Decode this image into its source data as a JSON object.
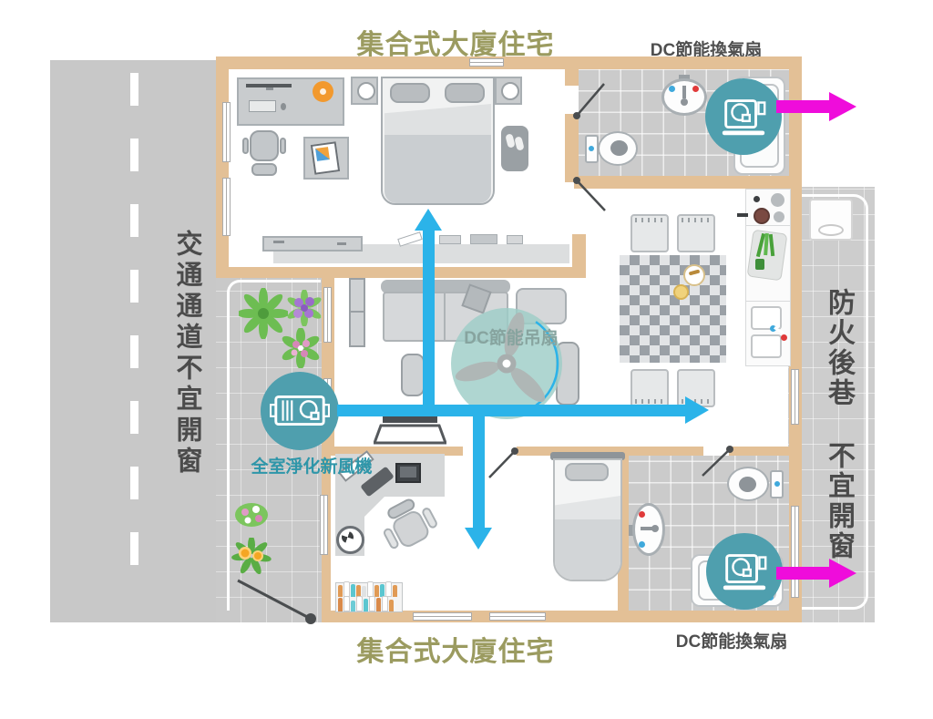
{
  "titles": {
    "top": "集合式大廈住宅",
    "bottom": "集合式大廈住宅"
  },
  "labels": {
    "exhaust_fan_top": "DC節能換氣扇",
    "exhaust_fan_bottom": "DC節能換氣扇",
    "ceiling_fan": "DC節能吊扇",
    "fresh_air_unit": "全室淨化新風機",
    "road_side": "交通通道不宜開窗",
    "alley_side": "防火後巷 不宜開窗"
  },
  "icons": {
    "exhaust_fan_top": "exhaust-fan-icon",
    "exhaust_fan_bottom": "exhaust-fan-icon",
    "fresh_air_unit": "fresh-air-unit-icon",
    "ceiling_fan": "ceiling-fan-icon"
  },
  "colors": {
    "wall_tan": "#e3c096",
    "road_gray": "#c8c8c8",
    "tile_gray": "#cbcbcb",
    "badge_teal": "#4f9fae",
    "fan_disc_teal": "#9ecdc7",
    "cyan_arrow": "#2bb3e9",
    "magenta_arrow": "#ef0cdb",
    "title_olive": "#9b9b60",
    "label_dark_gray": "#4f4f4f",
    "fresh_air_text_teal": "#2e96a9",
    "ceiling_fan_text": "#87a49f"
  }
}
